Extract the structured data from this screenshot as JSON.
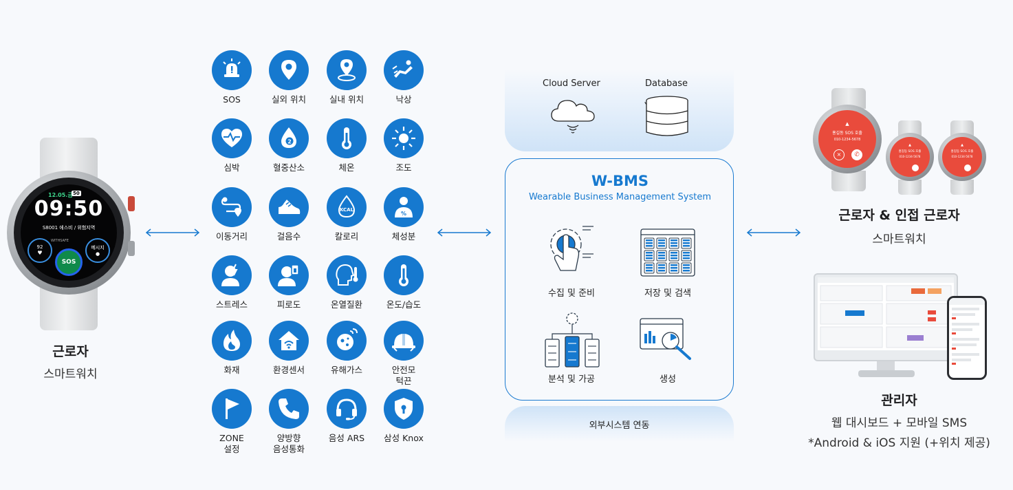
{
  "left_worker": {
    "title": "근로자",
    "subtitle": "스마트워치",
    "watch": {
      "date": "12.05.금",
      "battery": "50",
      "time": "09:50",
      "location": "S8001 에스비 / 위험지역",
      "heart_rate": "92",
      "brand": "WITHSAFE",
      "message": "메시지",
      "sos": "SOS"
    }
  },
  "features": [
    {
      "label": "SOS",
      "icon": "siren-icon"
    },
    {
      "label": "실외 위치",
      "icon": "map-pin-icon"
    },
    {
      "label": "실내 위치",
      "icon": "indoor-pin-icon"
    },
    {
      "label": "낙상",
      "icon": "fall-icon"
    },
    {
      "label": "심박",
      "icon": "heartbeat-icon"
    },
    {
      "label": "혈중산소",
      "icon": "oxygen-drop-icon",
      "badge": "2"
    },
    {
      "label": "체온",
      "icon": "thermometer-icon"
    },
    {
      "label": "조도",
      "icon": "sun-icon"
    },
    {
      "label": "이동거리",
      "icon": "route-icon"
    },
    {
      "label": "걸음수",
      "icon": "shoe-icon"
    },
    {
      "label": "칼로리",
      "icon": "kcal-icon",
      "badge": "KCAL"
    },
    {
      "label": "체성분",
      "icon": "body-composition-icon"
    },
    {
      "label": "스트레스",
      "icon": "stress-icon"
    },
    {
      "label": "피로도",
      "icon": "fatigue-icon"
    },
    {
      "label": "온열질환",
      "icon": "heat-illness-icon"
    },
    {
      "label": "온도/습도",
      "icon": "temperature-humidity-icon"
    },
    {
      "label": "화재",
      "icon": "fire-icon"
    },
    {
      "label": "환경센서",
      "icon": "environment-sensor-icon"
    },
    {
      "label": "유해가스",
      "icon": "gas-icon"
    },
    {
      "label": "안전모\n턱끈",
      "icon": "helmet-icon"
    },
    {
      "label": "ZONE\n설정",
      "icon": "flag-icon"
    },
    {
      "label": "양방향\n음성통화",
      "icon": "phone-icon"
    },
    {
      "label": "음성 ARS",
      "icon": "headset-icon"
    },
    {
      "label": "삼성 Knox",
      "icon": "shield-lock-icon"
    }
  ],
  "center": {
    "cloud_server_label": "Cloud Server",
    "database_label": "Database",
    "title": "W-BMS",
    "subtitle": "Wearable Business Management System",
    "modules": [
      {
        "label": "수집 및 준비",
        "icon": "touch-gear-icon"
      },
      {
        "label": "저장 및 검색",
        "icon": "storage-grid-icon"
      },
      {
        "label": "분석 및 가공",
        "icon": "server-network-icon"
      },
      {
        "label": "생성",
        "icon": "report-magnifier-icon"
      }
    ],
    "external": "외부시스템 연동"
  },
  "right_workers": {
    "title": "근로자 & 인접 근로자",
    "subtitle": "스마트워치",
    "alert_text": "홍길동 SOS 호출",
    "alert_phone": "010-1234-5678"
  },
  "admin": {
    "title": "관리자",
    "line1": "웹 대시보드 + 모바일 SMS",
    "line2": "*Android & iOS 지원 (+위치 제공)"
  },
  "colors": {
    "primary": "#1679cf",
    "alert_red": "#e94b3c",
    "text": "#1d1d1f"
  }
}
